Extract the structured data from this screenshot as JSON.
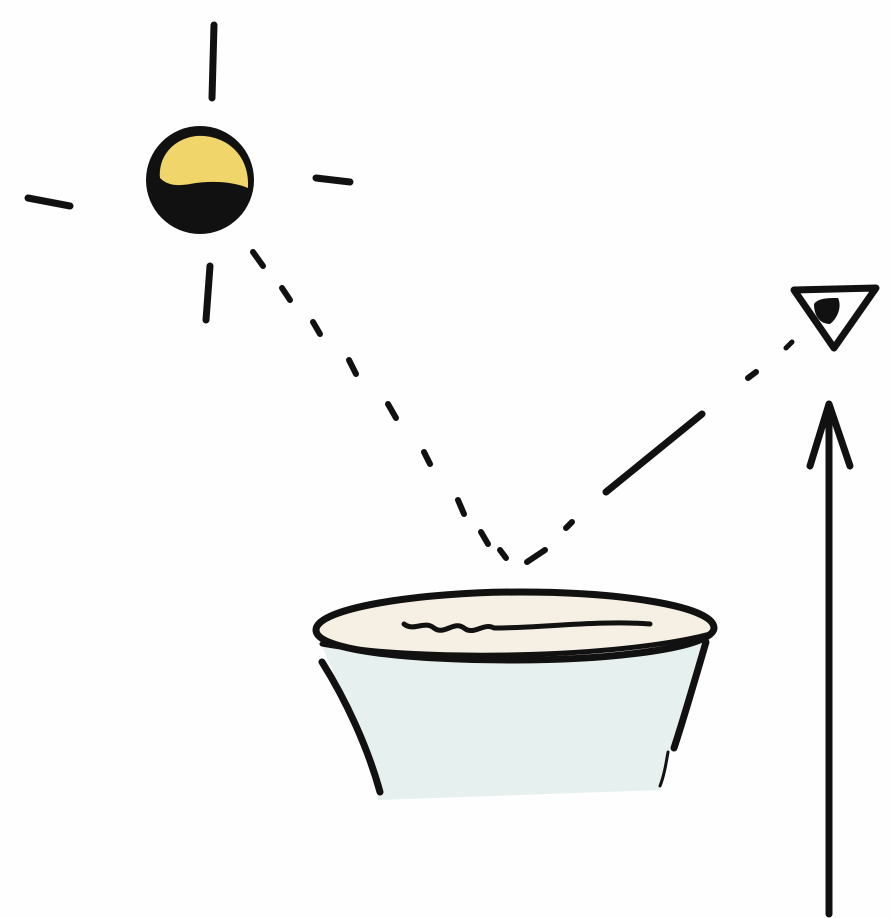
{
  "diagram": {
    "elements": [
      {
        "id": "sun",
        "icon": "sun-icon"
      },
      {
        "id": "incident-ray",
        "icon": "dotted-line-icon"
      },
      {
        "id": "reflected-ray",
        "icon": "dashed-line-icon"
      },
      {
        "id": "observer-eye",
        "icon": "eye-icon"
      },
      {
        "id": "vertical-arrow",
        "icon": "up-arrow-icon"
      },
      {
        "id": "pot",
        "icon": "pot-icon"
      }
    ],
    "colors": {
      "ink": "#111111",
      "sun_fill": "#f0d56a",
      "pot_fill": "#e6f0ef",
      "pot_rim_fill": "#f5efe4",
      "background": "#fefefe"
    }
  }
}
